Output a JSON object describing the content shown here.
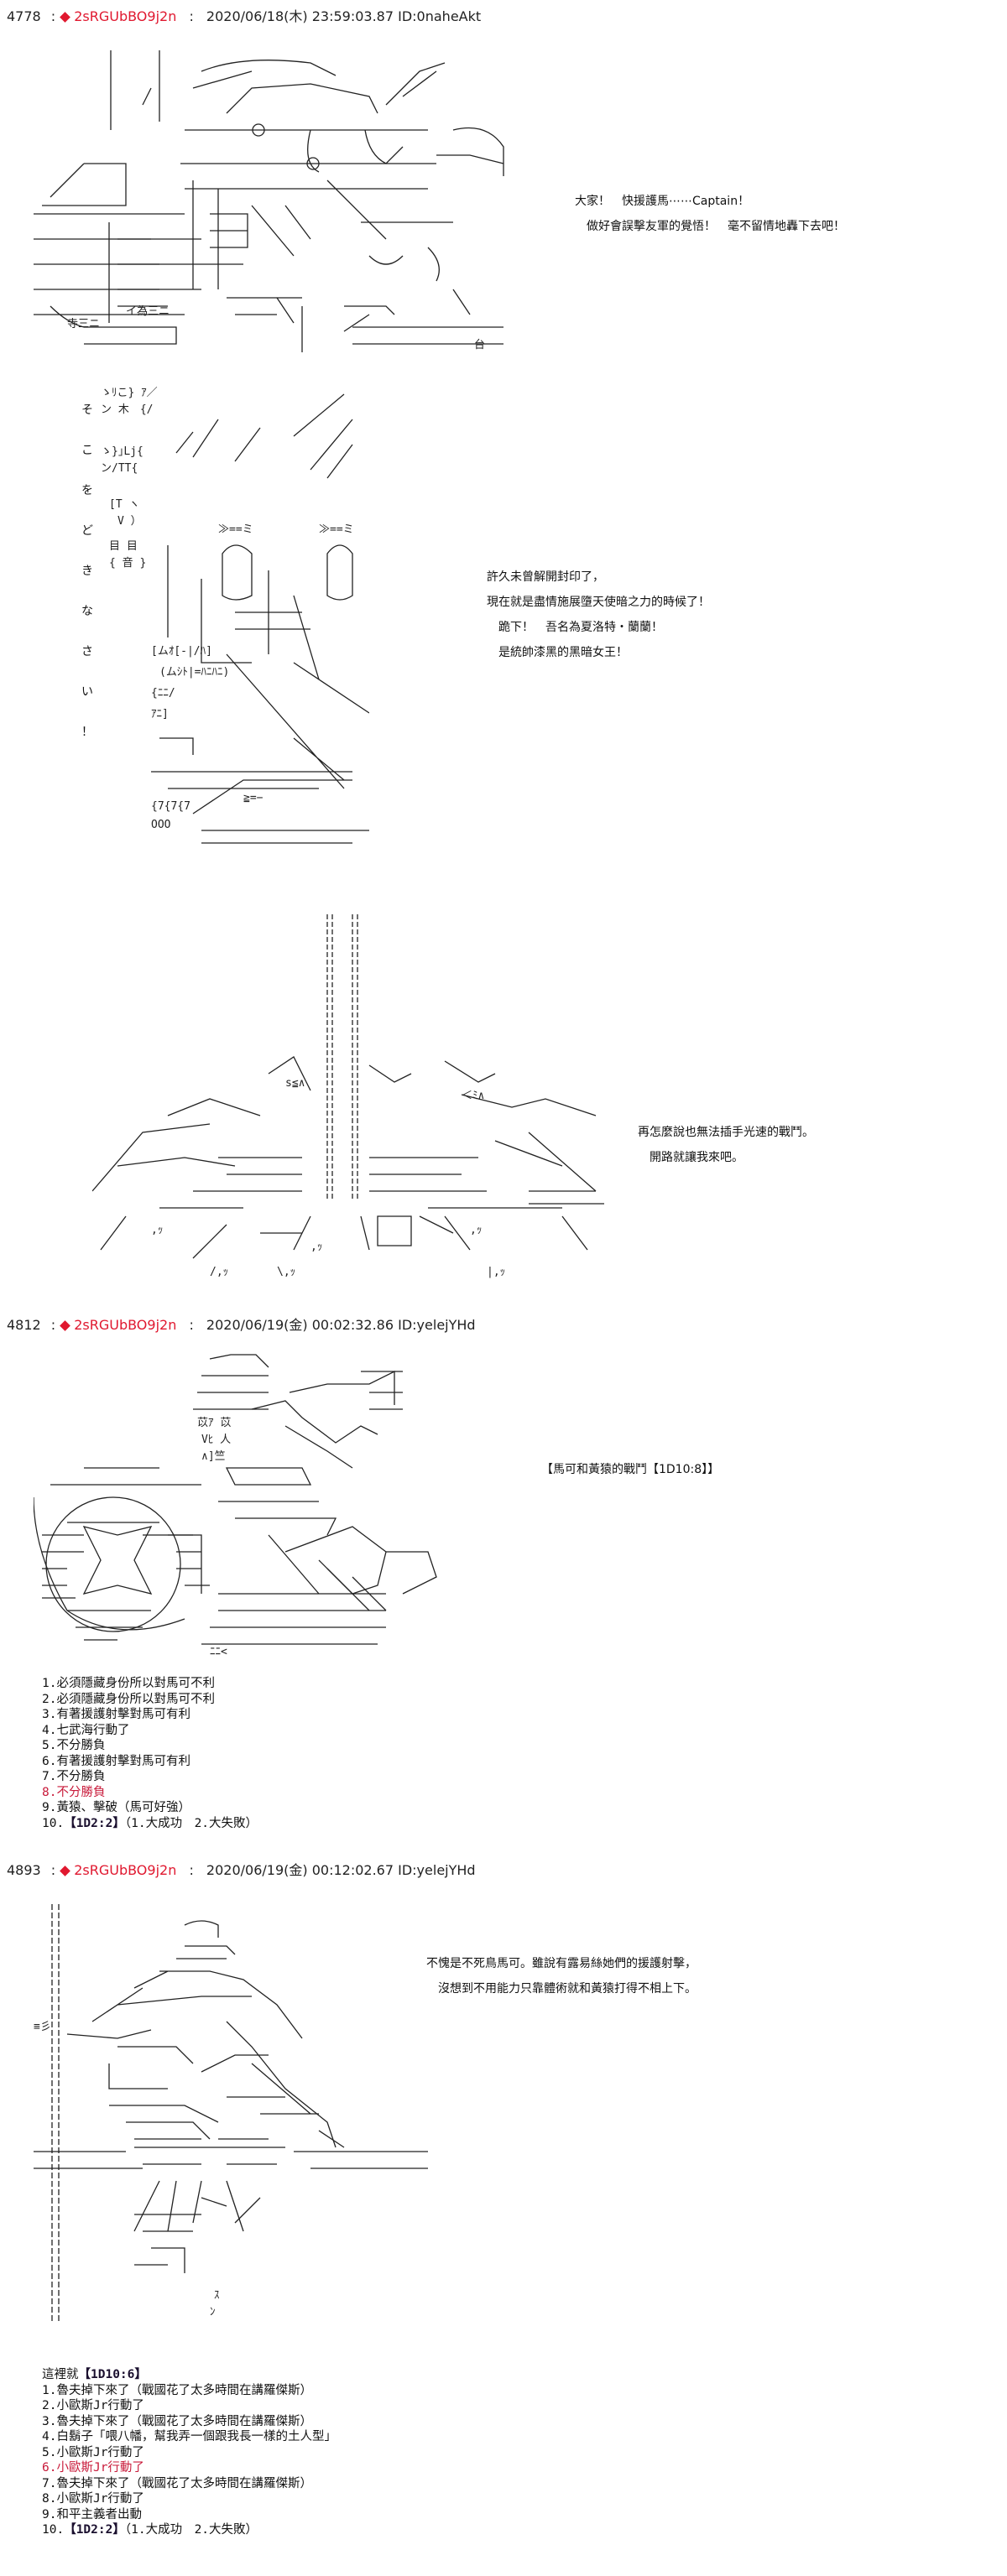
{
  "posts": [
    {
      "number": "4778",
      "tripcode": "2sRGUbBO9j2n",
      "datetime": "2020/06/18(木) 23:59:03.87",
      "id": "ID:0naheAkt",
      "panels": [
        {
          "art": "mecha-soldier-ascii-art",
          "dialog": [
            "大家！　快援護馬⋯⋯Captain！",
            "　做好會誤擊友軍的覺悟！　毫不留情地轟下去吧！"
          ]
        },
        {
          "art": "dark-angel-girl-ascii-art",
          "vertical_text": [
            "そ",
            "こ",
            "を",
            "ど",
            "き",
            "な",
            "さ",
            "い",
            "！"
          ],
          "dialog": [
            "許久未曾解開封印了，",
            "現在就是盡情施展墮天使暗之力的時候了！",
            "　跪下！　吾名為夏洛特・蘭蘭！",
            "　是統帥漆黑的黑暗女王！"
          ]
        },
        {
          "art": "giant-spear-impact-ascii-art",
          "dialog": [
            "再怎麼說也無法插手光速的戰鬥。",
            "　開路就讓我來吧。"
          ]
        }
      ]
    },
    {
      "number": "4812",
      "tripcode": "2sRGUbBO9j2n",
      "datetime": "2020/06/19(金) 00:02:32.86",
      "id": "ID:yelejYHd",
      "panels": [
        {
          "art": "marco-vs-kizaru-ascii-art",
          "dialog": [
            "【馬可和黃猿的戰鬥【1D10:8】】"
          ]
        }
      ],
      "list": [
        {
          "text": "1.必須隱藏身份所以對馬可不利",
          "highlight": false
        },
        {
          "text": "2.必須隱藏身份所以對馬可不利",
          "highlight": false
        },
        {
          "text": "3.有著援護射擊對馬可有利",
          "highlight": false
        },
        {
          "text": "4.七武海行動了",
          "highlight": false
        },
        {
          "text": "5.不分勝負",
          "highlight": false
        },
        {
          "text": "6.有著援護射擊對馬可有利",
          "highlight": false
        },
        {
          "text": "7.不分勝負",
          "highlight": false
        },
        {
          "text": "8.不分勝負",
          "highlight": true
        },
        {
          "text": "9.黃猿、擊破（馬可好強）",
          "highlight": false
        }
      ],
      "list_last": {
        "prefix": "10.",
        "dice": "【1D2:2】",
        "suffix": "（1.大成功　2.大失敗）"
      }
    },
    {
      "number": "4893",
      "tripcode": "2sRGUbBO9j2n",
      "datetime": "2020/06/19(金) 00:12:02.67",
      "id": "ID:yelejYHd",
      "panels": [
        {
          "art": "sengoku-on-railing-ascii-art",
          "dialog": [
            "不愧是不死鳥馬可。雖說有露易絲她們的援護射擊，",
            "　沒想到不用能力只靠體術就和黃猿打得不相上下。"
          ]
        }
      ],
      "list_title": "這裡就",
      "list_title_dice": "【1D10:6】",
      "list": [
        {
          "text": "1.魯夫掉下來了（戰國花了太多時間在講羅傑斯）",
          "highlight": false
        },
        {
          "text": "2.小歐斯Jr行動了",
          "highlight": false
        },
        {
          "text": "3.魯夫掉下來了（戰國花了太多時間在講羅傑斯）",
          "highlight": false
        },
        {
          "text": "4.白鬍子「喂八幡，幫我弄一個跟我長一樣的土人型」",
          "highlight": false
        },
        {
          "text": "5.小歐斯Jr行動了",
          "highlight": false
        },
        {
          "text": "6.小歐斯Jr行動了",
          "highlight": true
        },
        {
          "text": "7.魯夫掉下來了（戰國花了太多時間在講羅傑斯）",
          "highlight": false
        },
        {
          "text": "8.小歐斯Jr行動了",
          "highlight": false
        },
        {
          "text": "9.和平主義者出動",
          "highlight": false
        }
      ],
      "list_last": {
        "prefix": "10.",
        "dice": "【1D2:2】",
        "suffix": "（1.大成功　2.大失敗）"
      }
    }
  ],
  "colors": {
    "tripcode": "#e0182f",
    "highlight": "#c81a3a",
    "dice": "#1a0f2e",
    "text": "#111111",
    "background": "#ffffff"
  }
}
